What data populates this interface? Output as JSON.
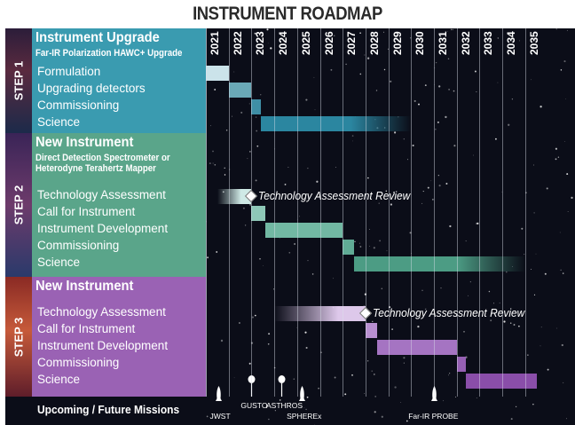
{
  "title": "INSTRUMENT ROADMAP",
  "years": [
    "2021",
    "2022",
    "2023",
    "2024",
    "2025",
    "2026",
    "2027",
    "2028",
    "2029",
    "2030",
    "2031",
    "2032",
    "2033",
    "2034",
    "2035"
  ],
  "steps": [
    {
      "label": "STEP 1",
      "title": "Instrument Upgrade",
      "subtitle": [
        "Far-IR Polarization HAWC+ Upgrade"
      ],
      "color": "#3a9bb0",
      "tasks": [
        "Formulation",
        "Upgrading detectors",
        "Commissioning",
        "Science"
      ]
    },
    {
      "label": "STEP 2",
      "title": "New Instrument",
      "subtitle": [
        "Direct Detection Spectrometer or",
        "Heterodyne Terahertz Mapper"
      ],
      "color": "#5aa58a",
      "tasks": [
        "Technology Assessment",
        "Call for Instrument",
        "Instrument Development",
        "Commissioning",
        "Science"
      ]
    },
    {
      "label": "STEP 3",
      "title": "New Instrument",
      "subtitle": [],
      "color": "#9a62b4",
      "tasks": [
        "Technology Assessment",
        "Call for Instrument",
        "Instrument Development",
        "Commissioning",
        "Science"
      ]
    }
  ],
  "reviews": [
    {
      "label": "Technology Assessment Review",
      "step": 2
    },
    {
      "label": "Technology Assessment Review",
      "step": 3
    }
  ],
  "missions": {
    "label": "Upcoming / Future Missions",
    "items": [
      {
        "name": "JWST",
        "icon": "rocket-icon"
      },
      {
        "name": "GUSTO",
        "icon": "balloon-icon"
      },
      {
        "name": "ASTHROS",
        "icon": "balloon-icon"
      },
      {
        "name": "SPHEREx",
        "icon": "rocket-icon"
      },
      {
        "name": "Far-IR PROBE",
        "icon": "rocket-icon"
      }
    ]
  },
  "schedule": [
    {
      "step": 1,
      "task": "Formulation",
      "start": 2021.0,
      "end": 2022.0,
      "color": "#cbe3ea"
    },
    {
      "step": 1,
      "task": "Upgrading detectors",
      "start": 2022.0,
      "end": 2023.0,
      "color": "#6aa9b7"
    },
    {
      "step": 1,
      "task": "Commissioning",
      "start": 2023.0,
      "end": 2023.4,
      "color": "#3f8fa6"
    },
    {
      "step": 1,
      "task": "Science",
      "start": 2023.4,
      "end": 2030.0,
      "color": "#2b86a0",
      "fade": true
    },
    {
      "step": 2,
      "task": "Technology Assessment",
      "start": 2021.5,
      "end": 2023.0,
      "color": "#cfeae6",
      "fadeIn": true
    },
    {
      "step": 2,
      "task": "Call for Instrument",
      "start": 2023.0,
      "end": 2023.6,
      "color": "#8ec7b7"
    },
    {
      "step": 2,
      "task": "Instrument Development",
      "start": 2023.6,
      "end": 2027.0,
      "color": "#72b8a3"
    },
    {
      "step": 2,
      "task": "Commissioning",
      "start": 2027.0,
      "end": 2027.5,
      "color": "#60ab95"
    },
    {
      "step": 2,
      "task": "Science",
      "start": 2027.5,
      "end": 2035.0,
      "color": "#4c9c84",
      "fade": true
    },
    {
      "step": 3,
      "task": "Technology Assessment",
      "start": 2024.0,
      "end": 2028.0,
      "color": "#ddc8ea",
      "fadeIn": true
    },
    {
      "step": 3,
      "task": "Call for Instrument",
      "start": 2028.0,
      "end": 2028.5,
      "color": "#b88fd0"
    },
    {
      "step": 3,
      "task": "Instrument Development",
      "start": 2028.5,
      "end": 2032.0,
      "color": "#a574c2"
    },
    {
      "step": 3,
      "task": "Commissioning",
      "start": 2032.0,
      "end": 2032.4,
      "color": "#9660b4"
    },
    {
      "step": 3,
      "task": "Science",
      "start": 2032.4,
      "end": 2035.5,
      "color": "#8a4ea9"
    }
  ]
}
